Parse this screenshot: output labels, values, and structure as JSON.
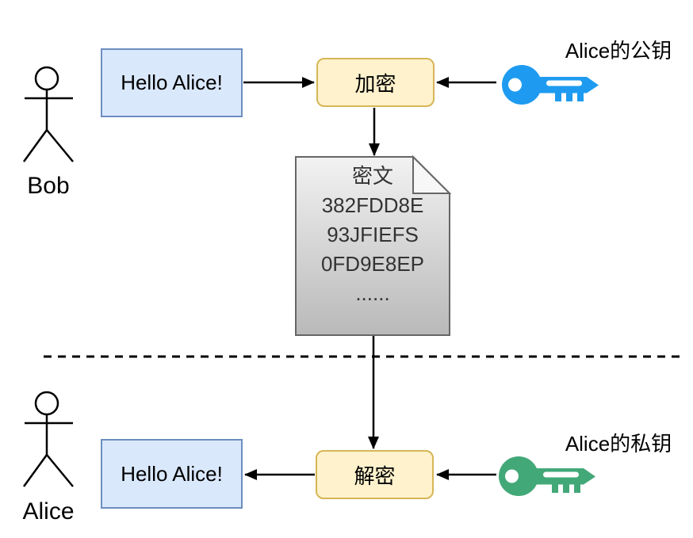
{
  "actors": {
    "sender": "Bob",
    "receiver": "Alice"
  },
  "encrypt_flow": {
    "plaintext": "Hello Alice!",
    "process_label": "加密",
    "key_label": "Alice的公钥"
  },
  "decrypt_flow": {
    "plaintext": "Hello Alice!",
    "process_label": "解密",
    "key_label": "Alice的私钥"
  },
  "ciphertext_doc": {
    "title": "密文",
    "lines": [
      "382FDD8E",
      "93JFIEFS",
      "0FD9E8EP",
      "......"
    ]
  },
  "icons": {
    "public_key": "key-icon",
    "private_key": "key-icon",
    "ciphertext": "document-icon",
    "sender": "stick-figure-icon",
    "receiver": "stick-figure-icon"
  },
  "colors": {
    "message_box_fill": "#dae8fc",
    "message_box_border": "#6c8ebf",
    "process_box_fill": "#fff2cc",
    "process_box_border": "#d6b656",
    "public_key": "#1e9bf0",
    "private_key": "#43a878",
    "document_border": "#666666",
    "arrow": "#000000"
  }
}
